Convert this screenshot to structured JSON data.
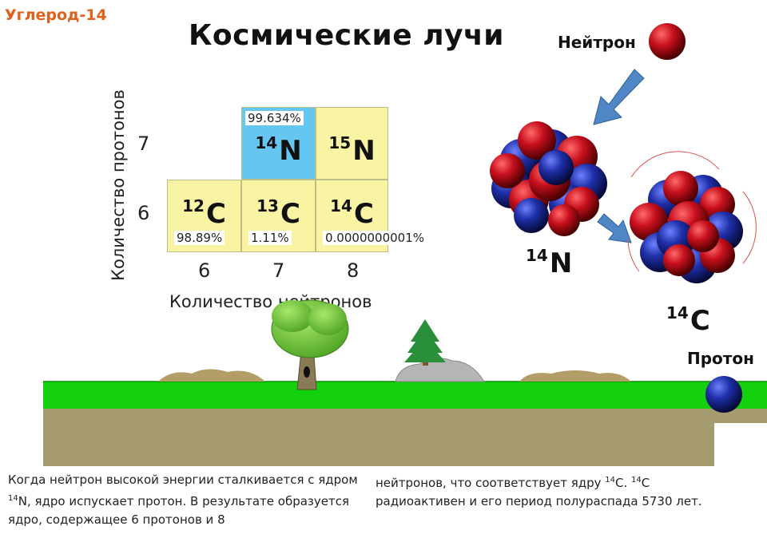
{
  "header": {
    "corner_title": "Углерод-14",
    "main_title": "Космические лучи"
  },
  "table": {
    "y_axis_label": "Количество протонов",
    "x_axis_label": "Количество нейтронов",
    "row_ticks": [
      "7",
      "6"
    ],
    "col_ticks": [
      "6",
      "7",
      "8"
    ],
    "cells": [
      {
        "mass": "14",
        "symbol": "N",
        "abundance": "99.634%",
        "color": "#66c6f2"
      },
      {
        "mass": "15",
        "symbol": "N",
        "abundance": "",
        "color": "#f8f4a3"
      },
      {
        "mass": "12",
        "symbol": "C",
        "abundance": "98.89%",
        "color": "#f8f4a3"
      },
      {
        "mass": "13",
        "symbol": "C",
        "abundance": "1.11%",
        "color": "#f8f4a3"
      },
      {
        "mass": "14",
        "symbol": "C",
        "abundance": "0.0000000001%",
        "color": "#f8f4a3"
      }
    ]
  },
  "illustration": {
    "neutron_label": "Нейтрон",
    "proton_label": "Протон",
    "nucleus_n": {
      "mass": "14",
      "symbol": "N"
    },
    "nucleus_c": {
      "mass": "14",
      "symbol": "C"
    },
    "colors": {
      "proton": "#c8101e",
      "neutron": "#1f2fa8",
      "ground": "#13d10c",
      "soil": "#a69a6f",
      "arrow": "#4f86c6"
    }
  },
  "caption": {
    "part1_a": "Когда нейтрон высокой энергии сталкивается с ядром ",
    "part1_sup": "14",
    "part1_b": "N, ядро испускает протон. В результате образуется ядро, содержащее 6 протонов и 8",
    "part2_a": "нейтронов, что соответствует ядру ",
    "part2_sup1": "14",
    "part2_b": "C. ",
    "part2_sup2": "14",
    "part2_c": "C радиоактивен и его период полураспада 5730 лет."
  }
}
